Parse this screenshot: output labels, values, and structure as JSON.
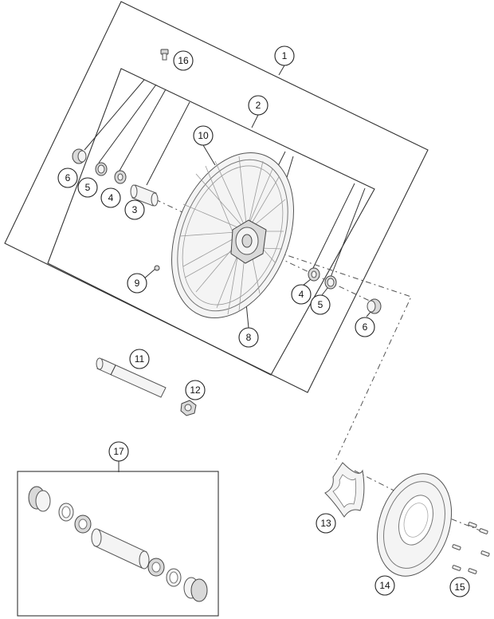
{
  "callouts": [
    {
      "id": "c1",
      "label": "1"
    },
    {
      "id": "c2",
      "label": "2"
    },
    {
      "id": "c3",
      "label": "3"
    },
    {
      "id": "c4a",
      "label": "4"
    },
    {
      "id": "c4b",
      "label": "4"
    },
    {
      "id": "c5a",
      "label": "5"
    },
    {
      "id": "c5b",
      "label": "5"
    },
    {
      "id": "c6a",
      "label": "6"
    },
    {
      "id": "c6b",
      "label": "6"
    },
    {
      "id": "c8",
      "label": "8"
    },
    {
      "id": "c9",
      "label": "9"
    },
    {
      "id": "c10",
      "label": "10"
    },
    {
      "id": "c11",
      "label": "11"
    },
    {
      "id": "c12",
      "label": "12"
    },
    {
      "id": "c13",
      "label": "13"
    },
    {
      "id": "c14",
      "label": "14"
    },
    {
      "id": "c15",
      "label": "15"
    },
    {
      "id": "c16",
      "label": "16"
    },
    {
      "id": "c17",
      "label": "17"
    }
  ]
}
